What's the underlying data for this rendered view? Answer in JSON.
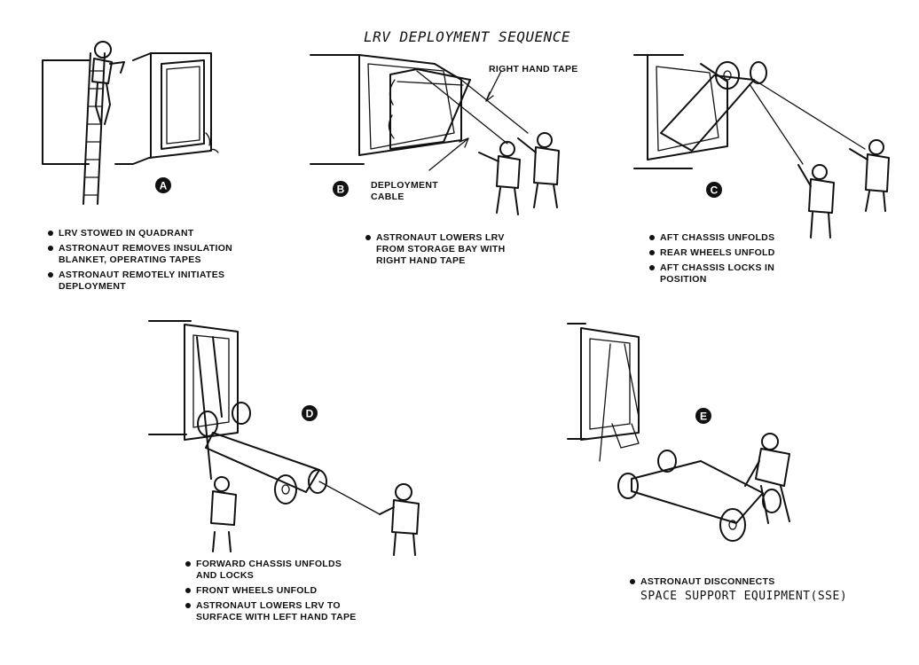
{
  "title": "LRV DEPLOYMENT SEQUENCE",
  "panels": {
    "a": {
      "marker": "A",
      "captions": [
        "LRV STOWED IN QUADRANT",
        "ASTRONAUT REMOVES INSULATION BLANKET, OPERATING TAPES",
        "ASTRONAUT REMOTELY INITIATES DEPLOYMENT"
      ]
    },
    "b": {
      "marker": "B",
      "label_right_hand_tape": "RIGHT HAND TAPE",
      "label_deployment_cable": "DEPLOYMENT CABLE",
      "captions": [
        "ASTRONAUT LOWERS LRV FROM STORAGE BAY WITH RIGHT HAND TAPE"
      ]
    },
    "c": {
      "marker": "C",
      "captions": [
        "AFT CHASSIS UNFOLDS",
        "REAR WHEELS UNFOLD",
        "AFT CHASSIS LOCKS IN POSITION"
      ]
    },
    "d": {
      "marker": "D",
      "captions": [
        "FORWARD CHASSIS UNFOLDS AND LOCKS",
        "FRONT WHEELS UNFOLD",
        "ASTRONAUT LOWERS LRV TO SURFACE WITH LEFT HAND TAPE"
      ]
    },
    "e": {
      "marker": "E",
      "captions": [
        "ASTRONAUT DISCONNECTS"
      ],
      "sse_label": "SPACE SUPPORT EQUIPMENT(SSE)"
    }
  }
}
